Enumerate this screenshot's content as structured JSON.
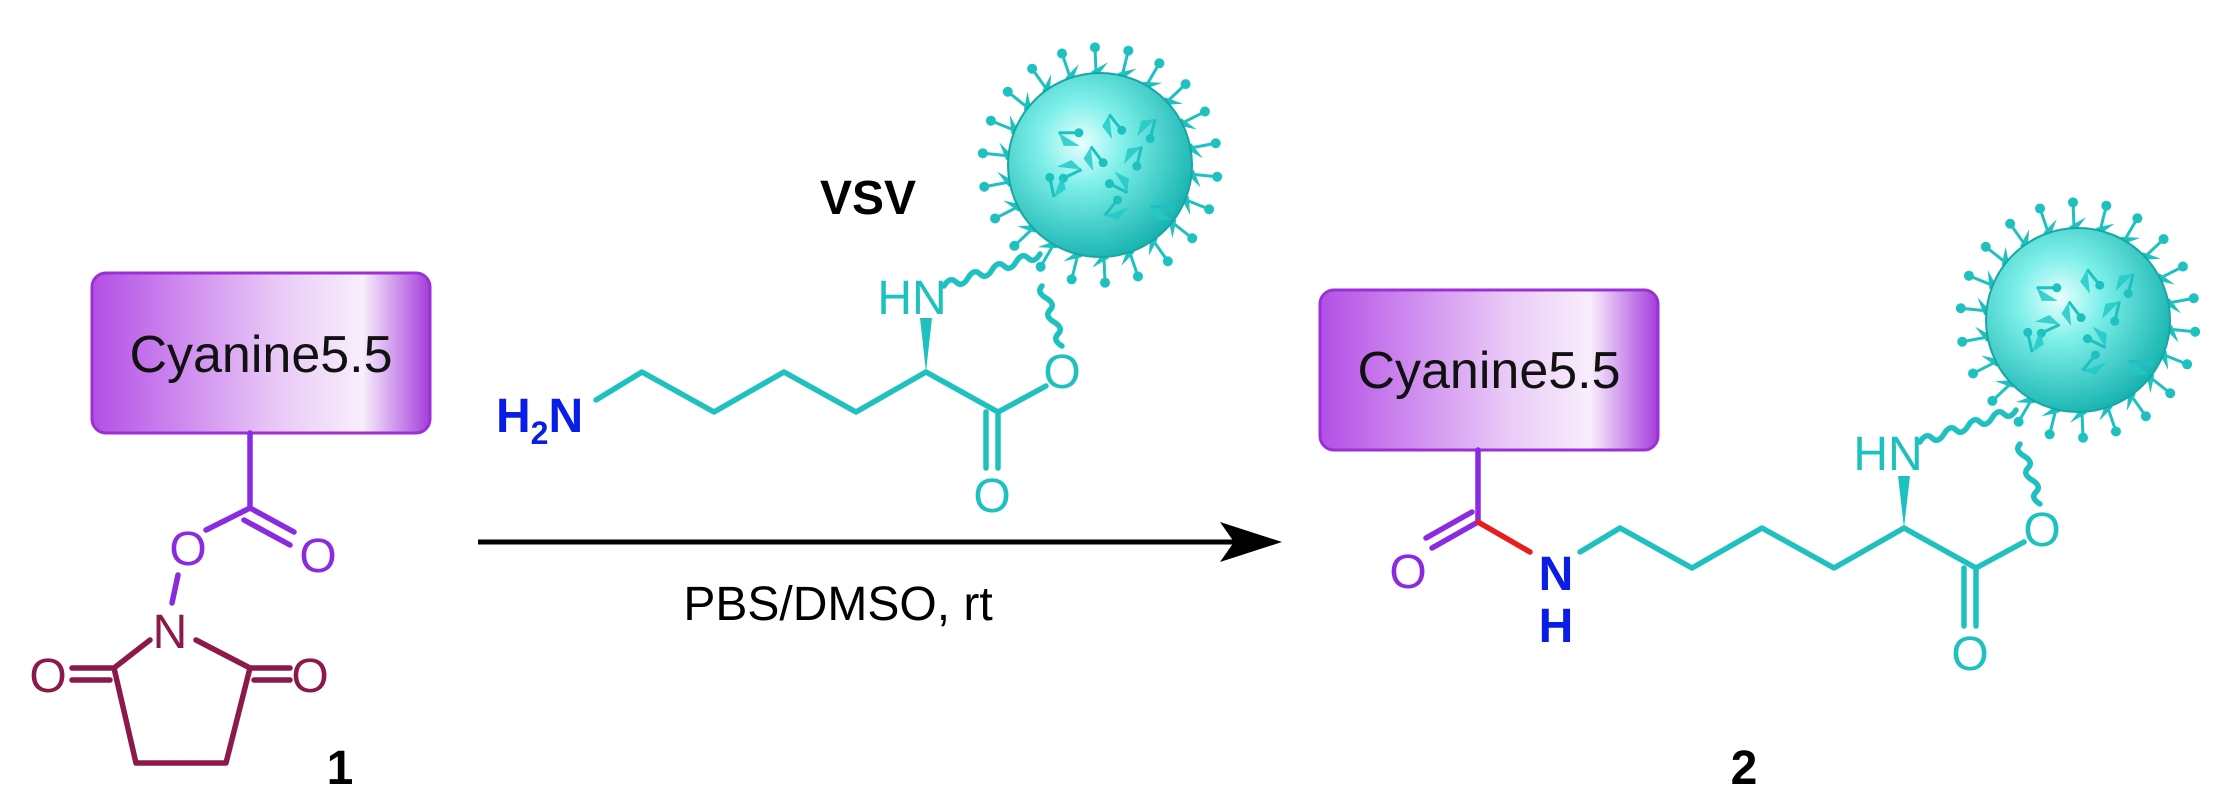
{
  "colors": {
    "cyanine_box": "#b24ce0",
    "cyanine_linker": "#8a2be2",
    "nhs_ring": "#8b1a4a",
    "lysine": "#1ec0c0",
    "amine": "#0a1de6",
    "new_bond": "#e61e1e",
    "arrow": "#000000",
    "text": "#000000"
  },
  "reactant1": {
    "box_label": "Cyanine5.5",
    "compound_number": "1"
  },
  "reagent": {
    "virus_label": "VSV",
    "amine_label": "H2N",
    "nh_label": "HN"
  },
  "arrow": {
    "condition": "PBS/DMSO, rt"
  },
  "product": {
    "box_label": "Cyanine5.5",
    "compound_number": "2",
    "nh_label": "HN"
  },
  "atoms": {
    "oxygen": "O",
    "nitrogen": "N",
    "hydrogen": "H"
  }
}
